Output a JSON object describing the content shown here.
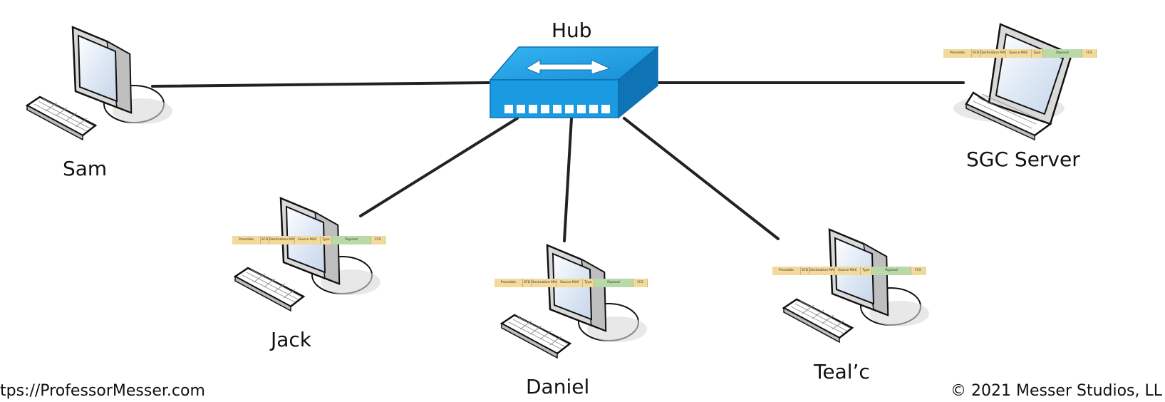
{
  "diagram": {
    "hub_label": "Hub",
    "nodes": {
      "sam": "Sam",
      "sgc_server": "SGC Server",
      "jack": "Jack",
      "daniel": "Daniel",
      "tealc": "Teal’c"
    }
  },
  "frame_fields": [
    "Preamble",
    "SFD",
    "Destination MAC",
    "Source MAC",
    "Type",
    "Payload",
    "FCS"
  ],
  "colors": {
    "hub_blue": "#1a9ae0",
    "frame_yellow": "#f3d99a",
    "frame_green": "#b9d9a8",
    "cable": "#222222"
  },
  "footer": {
    "left": "tps://ProfessorMesser.com",
    "right": "© 2021 Messer Studios, LL"
  }
}
